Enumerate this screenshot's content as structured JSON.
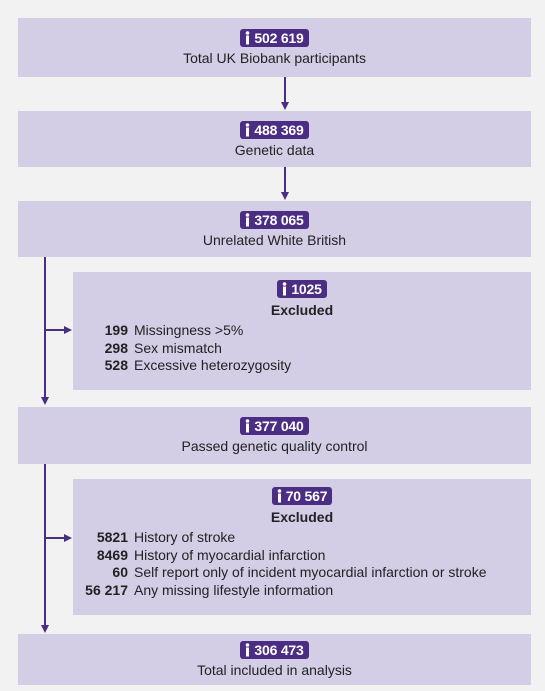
{
  "boxes": [
    {
      "count": "502 619",
      "label": "Total UK Biobank participants"
    },
    {
      "count": "488 369",
      "label": "Genetic data"
    },
    {
      "count": "378 065",
      "label": "Unrelated White British"
    },
    {
      "count": "377 040",
      "label": "Passed genetic quality control"
    },
    {
      "count": "306 473",
      "label": "Total included in analysis"
    }
  ],
  "exclusions": [
    {
      "count": "1025",
      "title": "Excluded",
      "items": [
        {
          "n": "199",
          "text": "Missingness >5%"
        },
        {
          "n": "298",
          "text": "Sex mismatch"
        },
        {
          "n": "528",
          "text": "Excessive heterozygosity"
        }
      ]
    },
    {
      "count": "70 567",
      "title": "Excluded",
      "items": [
        {
          "n": "5821",
          "text": "History of stroke"
        },
        {
          "n": "8469",
          "text": "History of myocardial infarction"
        },
        {
          "n": "60",
          "text": "Self report only of incident myocardial infarction or stroke"
        },
        {
          "n": "56 217",
          "text": "Any missing lifestyle information"
        }
      ]
    }
  ],
  "colors": {
    "box": "#d3cde6",
    "badge": "#4b2e83",
    "arrow": "#4b2e83",
    "background": "#f2f2f2"
  },
  "icons": {
    "count_badge": "person-icon"
  }
}
